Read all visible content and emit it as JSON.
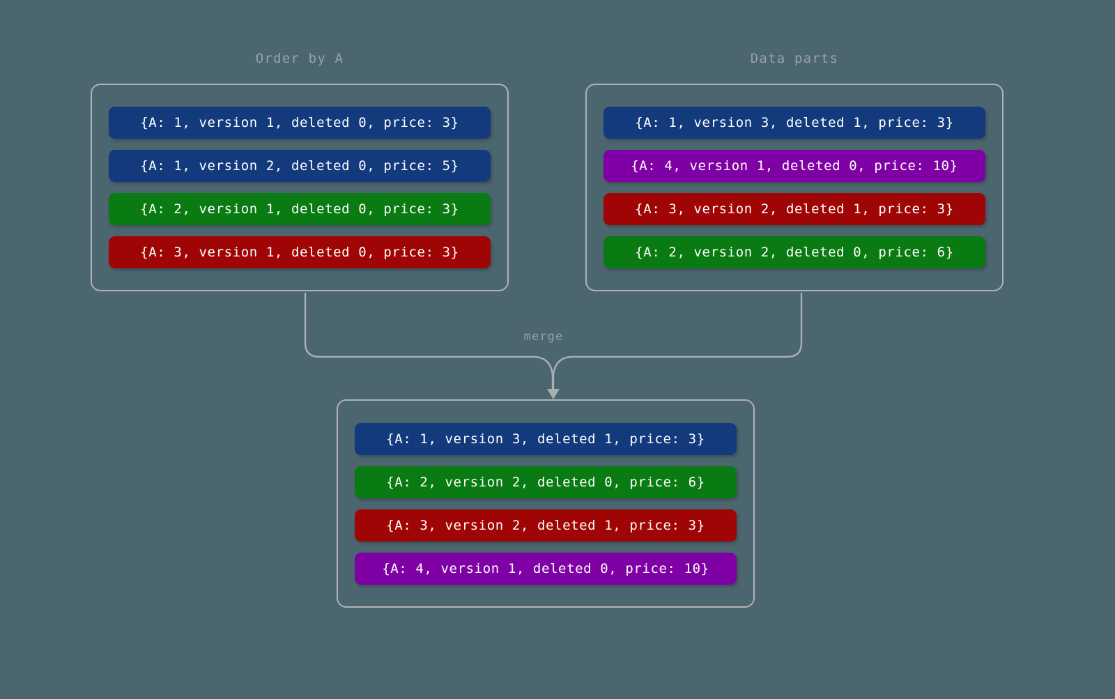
{
  "background_color": "#4c6670",
  "palette": {
    "blue": "#123a7c",
    "green": "#0a7a12",
    "red": "#a00505",
    "purple": "#7f00a5",
    "border": "#b2b2b2",
    "title_text": "#99a2a4",
    "connector": "#a8b0b2",
    "pill_text": "#ffffff"
  },
  "panels": {
    "order_by_a": {
      "title": "Order by A",
      "rows": [
        {
          "text": "{A: 1, version 1, deleted 0, price: 3}",
          "color": "blue"
        },
        {
          "text": "{A: 1, version 2, deleted 0, price: 5}",
          "color": "blue"
        },
        {
          "text": "{A: 2, version 1, deleted 0, price: 3}",
          "color": "green"
        },
        {
          "text": "{A: 3, version 1, deleted 0, price: 3}",
          "color": "red"
        }
      ]
    },
    "data_parts": {
      "title": "Data parts",
      "rows": [
        {
          "text": "{A: 1, version 3, deleted 1, price: 3}",
          "color": "blue"
        },
        {
          "text": "{A: 4, version 1, deleted 0, price: 10}",
          "color": "purple"
        },
        {
          "text": "{A: 3, version 2, deleted 1, price: 3}",
          "color": "red"
        },
        {
          "text": "{A: 2, version 2, deleted 0, price: 6}",
          "color": "green"
        }
      ]
    },
    "merged": {
      "rows": [
        {
          "text": "{A: 1, version 3, deleted 1, price: 3}",
          "color": "blue"
        },
        {
          "text": "{A: 2, version 2, deleted 0, price: 6}",
          "color": "green"
        },
        {
          "text": "{A: 3, version 2, deleted 1, price: 3}",
          "color": "red"
        },
        {
          "text": "{A: 4, version 1, deleted 0, price: 10}",
          "color": "purple"
        }
      ]
    }
  },
  "connector": {
    "label": "merge",
    "arrow_icon": "arrow-down-icon"
  }
}
